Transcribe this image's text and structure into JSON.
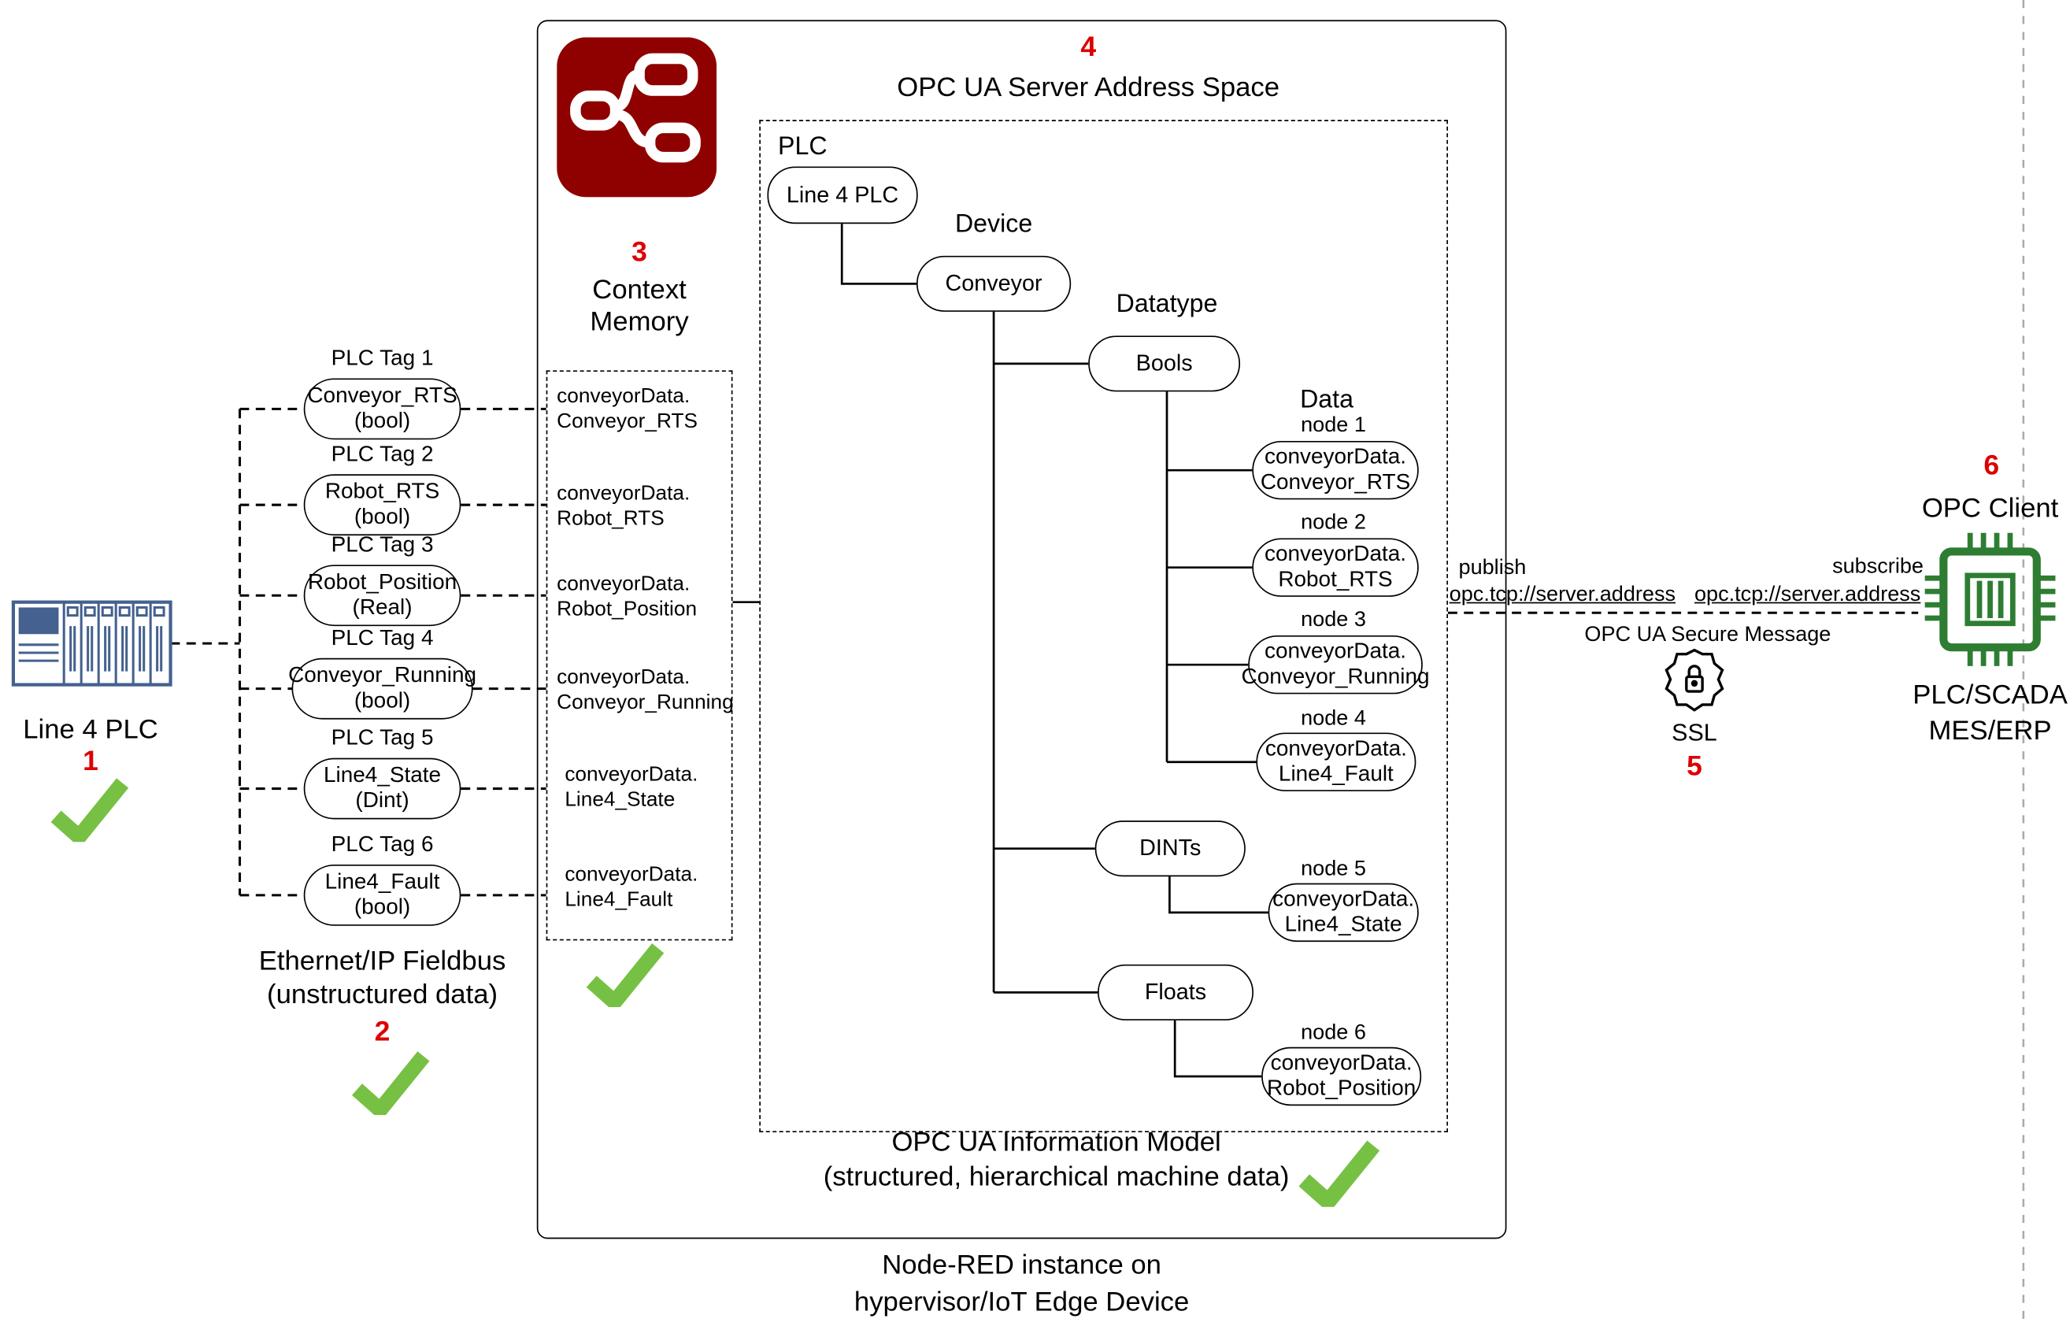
{
  "plc": {
    "label": "Line 4 PLC",
    "step": "1",
    "tags": [
      {
        "title": "PLC Tag 1",
        "name": "Conveyor_RTS",
        "type": "(bool)"
      },
      {
        "title": "PLC Tag 2",
        "name": "Robot_RTS",
        "type": "(bool)"
      },
      {
        "title": "PLC Tag 3",
        "name": "Robot_Position",
        "type": "(Real)"
      },
      {
        "title": "PLC Tag 4",
        "name": "Conveyor_Running",
        "type": "(bool)"
      },
      {
        "title": "PLC Tag 5",
        "name": "Line4_State",
        "type": "(Dint)"
      },
      {
        "title": "PLC Tag 6",
        "name": "Line4_Fault",
        "type": "(bool)"
      }
    ]
  },
  "fieldbus": {
    "line1": "Ethernet/IP Fieldbus",
    "line2": "(unstructured data)",
    "step": "2"
  },
  "context_memory": {
    "step": "3",
    "title_line1": "Context",
    "title_line2": "Memory",
    "items": [
      {
        "line1": "conveyorData.",
        "line2": "Conveyor_RTS"
      },
      {
        "line1": "conveyorData.",
        "line2": "Robot_RTS"
      },
      {
        "line1": "conveyorData.",
        "line2": "Robot_Position"
      },
      {
        "line1": "conveyorData.",
        "line2": "Conveyor_Running"
      },
      {
        "line1": "conveyorData.",
        "line2": "Line4_State"
      },
      {
        "line1": "conveyorData.",
        "line2": "Line4_Fault"
      }
    ]
  },
  "address_space": {
    "step": "4",
    "title": "OPC UA Server Address Space",
    "plc_label": "PLC",
    "plc_node": "Line 4 PLC",
    "device_label": "Device",
    "device_node": "Conveyor",
    "datatype_label": "Datatype",
    "bools_node": "Bools",
    "dints_node": "DINTs",
    "floats_node": "Floats",
    "data_label": "Data",
    "nodes": [
      {
        "id": "node 1",
        "line1": "conveyorData.",
        "line2": "Conveyor_RTS"
      },
      {
        "id": "node 2",
        "line1": "conveyorData.",
        "line2": "Robot_RTS"
      },
      {
        "id": "node 3",
        "line1": "conveyorData.",
        "line2": "Conveyor_Running"
      },
      {
        "id": "node 4",
        "line1": "conveyorData.",
        "line2": "Line4_Fault"
      },
      {
        "id": "node 5",
        "line1": "conveyorData.",
        "line2": "Line4_State"
      },
      {
        "id": "node 6",
        "line1": "conveyorData.",
        "line2": "Robot_Position"
      }
    ]
  },
  "info_model": {
    "line1": "OPC UA Information Model",
    "line2": "(structured, hierarchical machine data)"
  },
  "node_red": {
    "caption_line1": "Node-RED instance on",
    "caption_line2": "hypervisor/IoT Edge Device"
  },
  "transport": {
    "publish_label": "publish",
    "publish_url": "opc.tcp://server.address",
    "subscribe_label": "subscribe",
    "subscribe_url": "opc.tcp://server.address",
    "secure_message": "OPC UA Secure Message",
    "ssl_label": "SSL",
    "step": "5"
  },
  "client": {
    "step": "6",
    "title": "OPC Client",
    "line1": "PLC/SCADA",
    "line2": "MES/ERP"
  },
  "colors": {
    "step_red": "#dd0000",
    "check_green": "#76c043",
    "node_red_brand": "#8f0000",
    "plc_blue": "#44618f",
    "client_green": "#2e7d32"
  },
  "icons": {
    "node_red_logo": "node-red-flow-icon",
    "plc": "plc-rack-icon",
    "chip": "microchip-icon",
    "ssl": "ssl-badge-lock-icon",
    "check": "checkmark-icon"
  }
}
